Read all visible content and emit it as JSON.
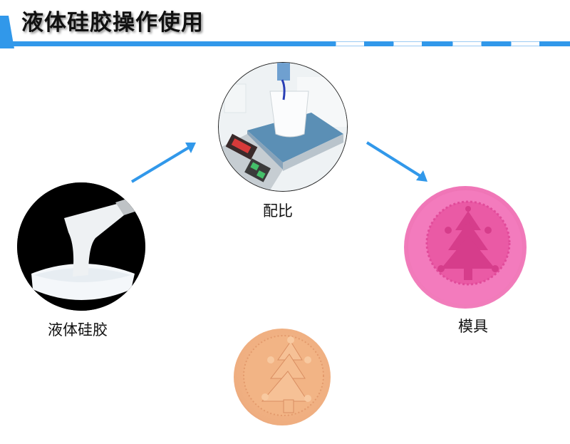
{
  "header": {
    "title": "液体硅胶操作使用",
    "accent_color": "#3198ea"
  },
  "steps": [
    {
      "label": "液体硅胶",
      "image": "liquid-silicone-pouring-image"
    },
    {
      "label": "配比",
      "image": "weighing-scale-mixing-image"
    },
    {
      "label": "模具",
      "image": "pink-christmas-tree-mold-image"
    }
  ],
  "result": {
    "image": "christmas-tree-soap-product-image"
  },
  "arrows": [
    {
      "from": "液体硅胶",
      "to": "配比",
      "color": "#3198ea"
    },
    {
      "from": "配比",
      "to": "模具",
      "color": "#3198ea"
    }
  ]
}
